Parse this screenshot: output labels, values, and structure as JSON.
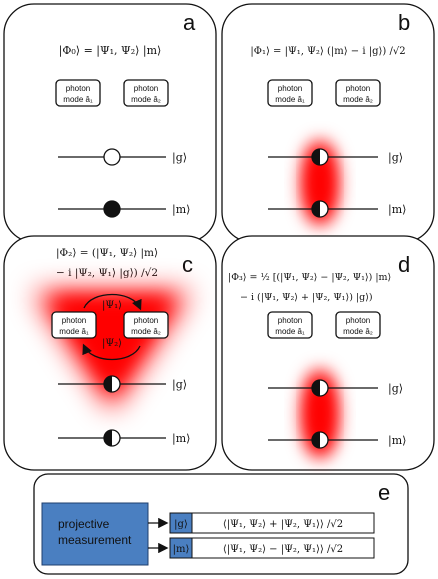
{
  "panels": {
    "a": {
      "letter": "a",
      "state": "|Φ₀⟩ = |Ψ₁, Ψ₂⟩ |m⟩",
      "photon1": [
        "photon",
        "mode â₁"
      ],
      "photon2": [
        "photon",
        "mode â₂"
      ],
      "level_g": "|g⟩",
      "level_m": "|m⟩"
    },
    "b": {
      "letter": "b",
      "state": "|Φ₁⟩ = |Ψ₁, Ψ₂⟩ (|m⟩ − i |g⟩) /√2",
      "photon1": [
        "photon",
        "mode â₁"
      ],
      "photon2": [
        "photon",
        "mode â₂"
      ],
      "level_g": "|g⟩",
      "level_m": "|m⟩"
    },
    "c": {
      "letter": "c",
      "state_line1": "|Φ₂⟩ = (|Ψ₁, Ψ₂⟩ |m⟩",
      "state_line2": "− i |Ψ₂, Ψ₁⟩ |g⟩) /√2",
      "photon1": [
        "photon",
        "mode â₁"
      ],
      "photon2": [
        "photon",
        "mode â₂"
      ],
      "swap_top": "|Ψ₁⟩",
      "swap_bottom": "|Ψ₂⟩",
      "level_g": "|g⟩",
      "level_m": "|m⟩"
    },
    "d": {
      "letter": "d",
      "state_line1": "|Φ₃⟩ = ½ [(|Ψ₁, Ψ₂⟩ − |Ψ₂, Ψ₁⟩) |m⟩",
      "state_line2": "− i (|Ψ₁, Ψ₂⟩ + |Ψ₂, Ψ₁⟩) |g⟩)",
      "photon1": [
        "photon",
        "mode â₁"
      ],
      "photon2": [
        "photon",
        "mode â₂"
      ],
      "level_g": "|g⟩",
      "level_m": "|m⟩"
    },
    "e": {
      "letter": "e",
      "measurement_label": [
        "projective",
        "measurement"
      ],
      "outcome_g_tag": "|g⟩",
      "outcome_g_state": "⟨|Ψ₁, Ψ₂⟩ + |Ψ₂, Ψ₁⟩⟩ /√2",
      "outcome_m_tag": "|m⟩",
      "outcome_m_state": "⟨|Ψ₁, Ψ₂⟩ − |Ψ₂, Ψ₁⟩⟩ /√2"
    }
  },
  "colors": {
    "glow": "#ff0000",
    "measurement_fill": "#4a7fc1",
    "ink": "#111111"
  }
}
